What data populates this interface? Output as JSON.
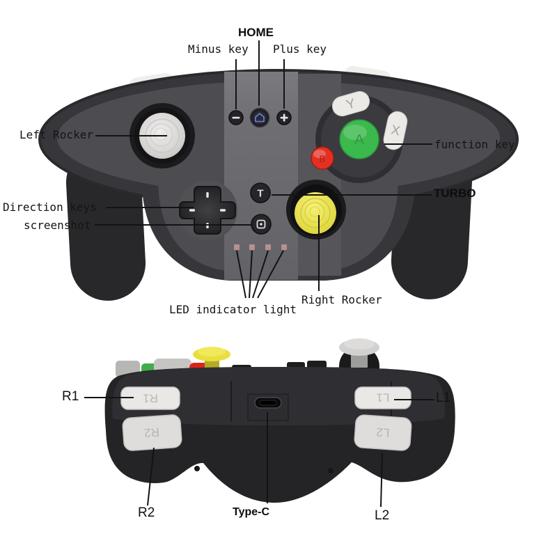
{
  "front": {
    "labels": {
      "home": "HOME",
      "minus": "Minus key",
      "plus": "Plus key",
      "left_rocker": "Left Rocker",
      "function_key": "function key",
      "turbo": "TURBO",
      "direction_keys": "Direction keys",
      "screenshot": "screenshot",
      "led": "LED indicator light",
      "right_rocker": "Right Rocker"
    },
    "button_glyphs": {
      "y": "Y",
      "x": "X",
      "a": "A",
      "b": "B",
      "turbo": "T"
    }
  },
  "back": {
    "labels": {
      "r1": "R1",
      "l1": "L1",
      "r2": "R2",
      "l2": "L2",
      "type_c": "Type-C"
    },
    "button_glyphs": {
      "r1": "R1",
      "r2": "R2",
      "l1": "L1",
      "l2": "L2"
    }
  },
  "colors": {
    "a_button_green": "#3cb94d",
    "b_button_red": "#e23122",
    "rocker_yellow": "#ece34a",
    "back_rocker_yellow": "#e8df3e",
    "home_icon_blue": "#6d83e4",
    "led_pink": "#b98f8f",
    "back_green": "#3fae4a",
    "back_red": "#d8251c"
  }
}
